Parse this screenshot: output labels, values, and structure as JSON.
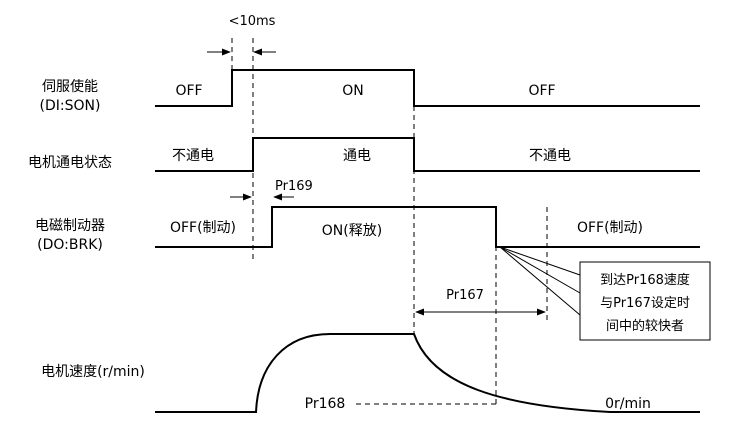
{
  "timing_note": "<10ms",
  "rows": {
    "servo_enable": {
      "label": "伺服使能",
      "sublabel": "(DI:SON)",
      "state_off_1": "OFF",
      "state_on": "ON",
      "state_off_2": "OFF"
    },
    "motor_power": {
      "label": "电机通电状态",
      "state_off_1": "不通电",
      "state_on": "通电",
      "state_off_2": "不通电"
    },
    "brake": {
      "label": "电磁制动器",
      "sublabel": "(DO:BRK)",
      "state_off_1": "OFF(制动)",
      "state_on": "ON(释放)",
      "state_off_2": "OFF(制动)"
    },
    "speed": {
      "label": "电机速度(r/min)",
      "threshold": "Pr168",
      "zero": "0r/min"
    }
  },
  "params": {
    "pr169": "Pr169",
    "pr167": "Pr167"
  },
  "callout": {
    "line1": "到达Pr168速度",
    "line2": "与Pr167设定时",
    "line3": "间中的较快者"
  }
}
